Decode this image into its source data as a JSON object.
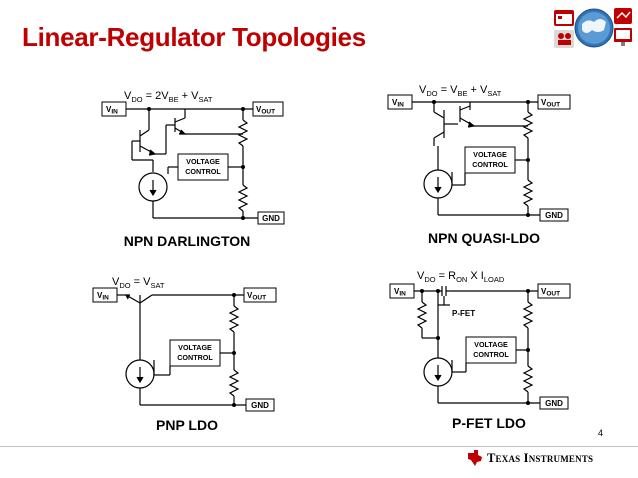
{
  "title": "Linear-Regulator Topologies",
  "slide_number": "4",
  "logo_text": "Texas Instruments",
  "icons": [
    "texas-instruments-logo",
    "globe-icon",
    "calendar-icon",
    "people-icon",
    "monitor-icon"
  ],
  "accent_color": "#c00000",
  "circuits": {
    "npn_darlington": {
      "caption": "NPN DARLINGTON",
      "vin": "V",
      "vin_sub": "IN",
      "vout": "V",
      "vout_sub": "OUT",
      "gnd": "GND",
      "vc_line1": "VOLTAGE",
      "vc_line2": "CONTROL",
      "eq_v": "V",
      "eq_vsub": "DO",
      "eq_mid": " = 2V",
      "eq_sub1": "BE",
      "eq_plus": " + V",
      "eq_sub2": "SAT"
    },
    "npn_quasi": {
      "caption": "NPN QUASI-LDO",
      "vin": "V",
      "vin_sub": "IN",
      "vout": "V",
      "vout_sub": "OUT",
      "gnd": "GND",
      "vc_line1": "VOLTAGE",
      "vc_line2": "CONTROL",
      "eq_v": "V",
      "eq_vsub": "DO",
      "eq_mid": " = V",
      "eq_sub1": "BE",
      "eq_plus": " + V",
      "eq_sub2": "SAT"
    },
    "pnp_ldo": {
      "caption": "PNP LDO",
      "vin": "V",
      "vin_sub": "IN",
      "vout": "V",
      "vout_sub": "OUT",
      "gnd": "GND",
      "vc_line1": "VOLTAGE",
      "vc_line2": "CONTROL",
      "eq_v": "V",
      "eq_vsub": "DO",
      "eq_mid": " = V",
      "eq_sub1": "SAT"
    },
    "pfet_ldo": {
      "caption": "P-FET LDO",
      "vin": "V",
      "vin_sub": "IN",
      "vout": "V",
      "vout_sub": "OUT",
      "gnd": "GND",
      "fet_label": "P-FET",
      "vc_line1": "VOLTAGE",
      "vc_line2": "CONTROL",
      "eq_v": "V",
      "eq_vsub": "DO",
      "eq_mid": " = R",
      "eq_sub1": "ON",
      "eq_x": " X I",
      "eq_sub2": "LOAD"
    }
  }
}
